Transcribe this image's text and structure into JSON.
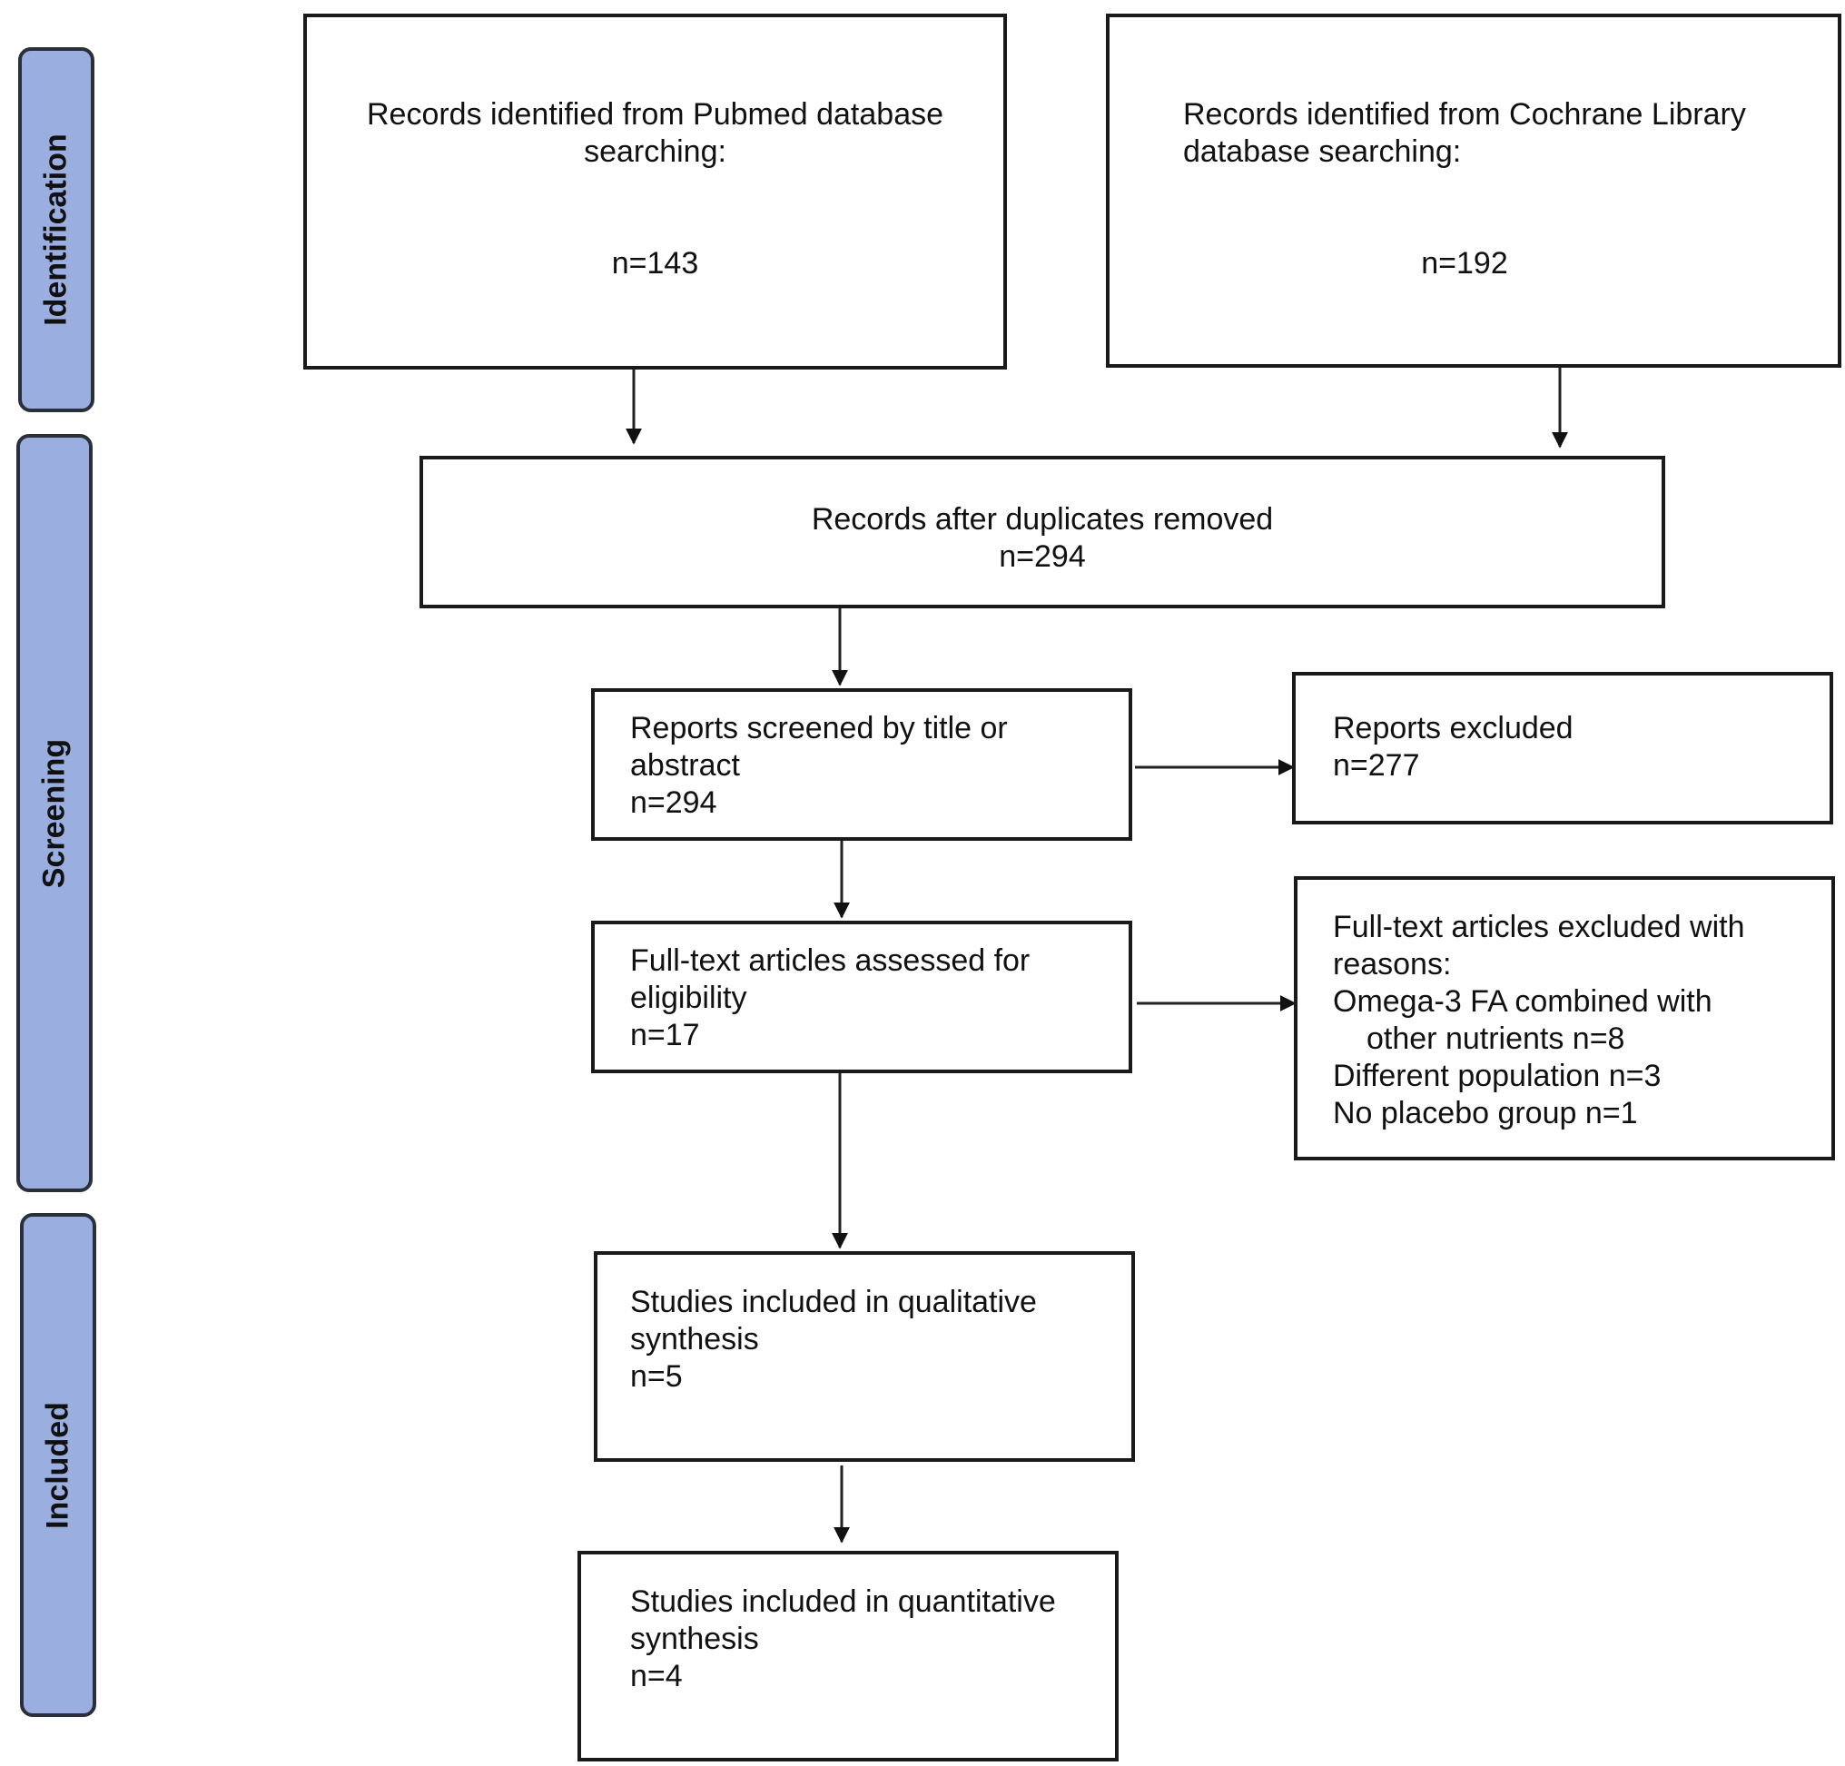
{
  "phases": {
    "identification": "Identification",
    "screening": "Screening",
    "included": "Included"
  },
  "boxes": {
    "pubmed": {
      "line1": "Records identified from Pubmed database",
      "line2": "searching:",
      "count": "n=143"
    },
    "cochrane": {
      "line1": "Records identified from Cochrane Library",
      "line2": "database searching:",
      "count": "n=192"
    },
    "duplicates": {
      "line1": "Records after duplicates removed",
      "count": "n=294"
    },
    "screened": {
      "line1": "Reports screened by title or",
      "line2": "abstract",
      "count": "n=294"
    },
    "excluded": {
      "line1": "Reports excluded",
      "count": "n=277"
    },
    "fulltext": {
      "line1": "Full-text articles assessed for",
      "line2": "eligibility",
      "count": "n=17"
    },
    "fulltext_excluded": {
      "line1": "Full-text articles excluded with",
      "line2": "reasons:",
      "reason1a": "Omega-3 FA combined with",
      "reason1b": "other nutrients n=8",
      "reason2": "Different population n=3",
      "reason3": "No placebo group n=1"
    },
    "qualitative": {
      "line1": "Studies included in qualitative",
      "line2": "synthesis",
      "count": "n=5"
    },
    "quantitative": {
      "line1": "Studies included in quantitative",
      "line2": "synthesis",
      "count": "n=4"
    }
  }
}
